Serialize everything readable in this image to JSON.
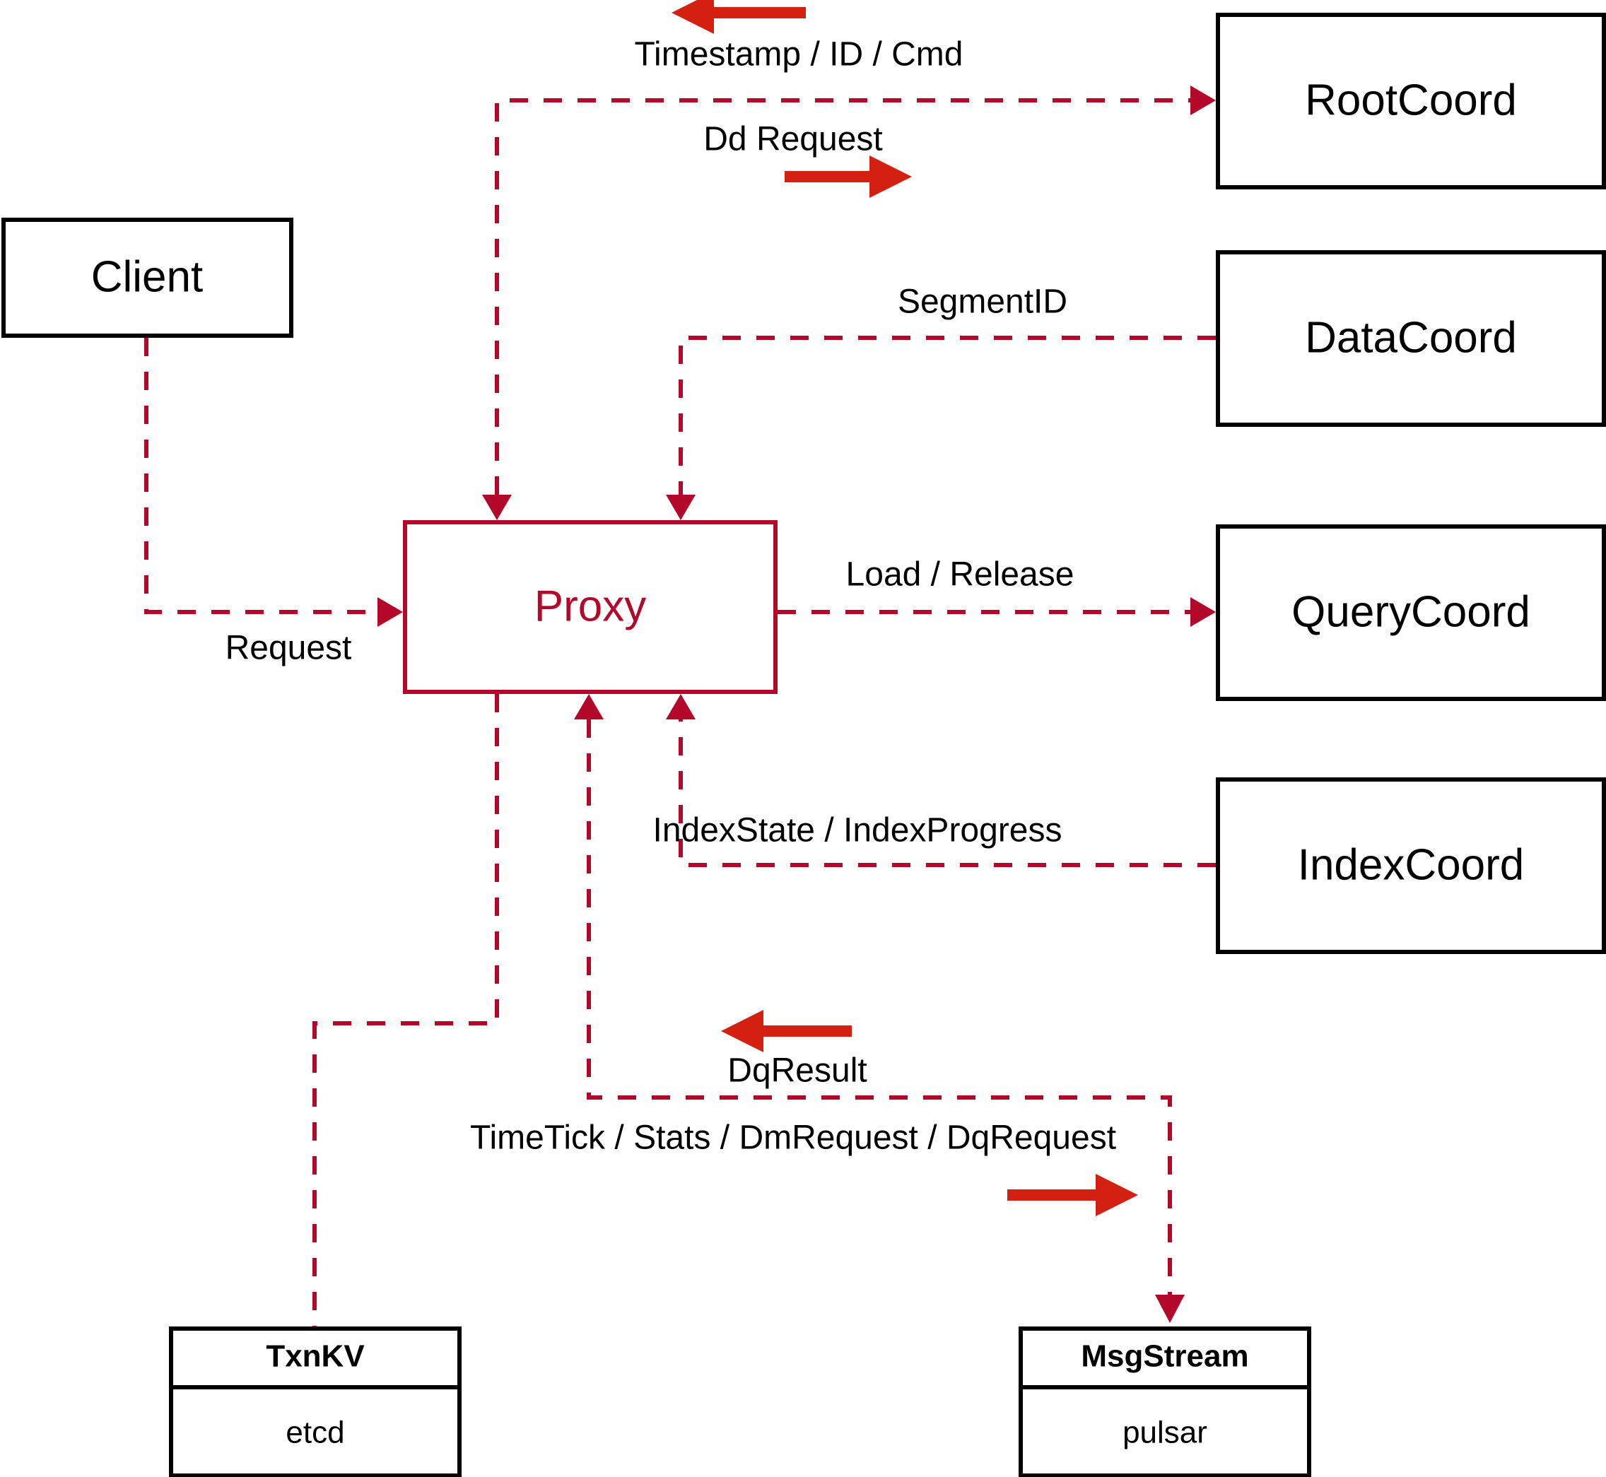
{
  "diagram": {
    "title": "Proxy component interaction diagram",
    "accent_color": "#b4082a",
    "arrow_color": "#d32010",
    "node_color": "#000000",
    "background": "#ffffff"
  },
  "nodes": {
    "client": {
      "label": "Client"
    },
    "proxy": {
      "label": "Proxy"
    },
    "root_coord": {
      "label": "RootCoord"
    },
    "data_coord": {
      "label": "DataCoord"
    },
    "query_coord": {
      "label": "QueryCoord"
    },
    "index_coord": {
      "label": "IndexCoord"
    },
    "txnkv": {
      "label": "TxnKV",
      "impl": "etcd"
    },
    "msgstream": {
      "label": "MsgStream",
      "impl": "pulsar"
    }
  },
  "edges": {
    "timestamp_id_cmd": {
      "label": "Timestamp / ID / Cmd",
      "direction": "left"
    },
    "dd_request": {
      "label": "Dd Request",
      "direction": "right"
    },
    "segment_id": {
      "label": "SegmentID",
      "direction": "none"
    },
    "request": {
      "label": "Request",
      "direction": "none"
    },
    "load_release": {
      "label": "Load / Release",
      "direction": "none"
    },
    "index_state_progress": {
      "label": "IndexState / IndexProgress",
      "direction": "none"
    },
    "dq_result": {
      "label": "DqResult",
      "direction": "left"
    },
    "timetick_stats": {
      "label": "TimeTick / Stats / DmRequest / DqRequest",
      "direction": "right"
    }
  }
}
